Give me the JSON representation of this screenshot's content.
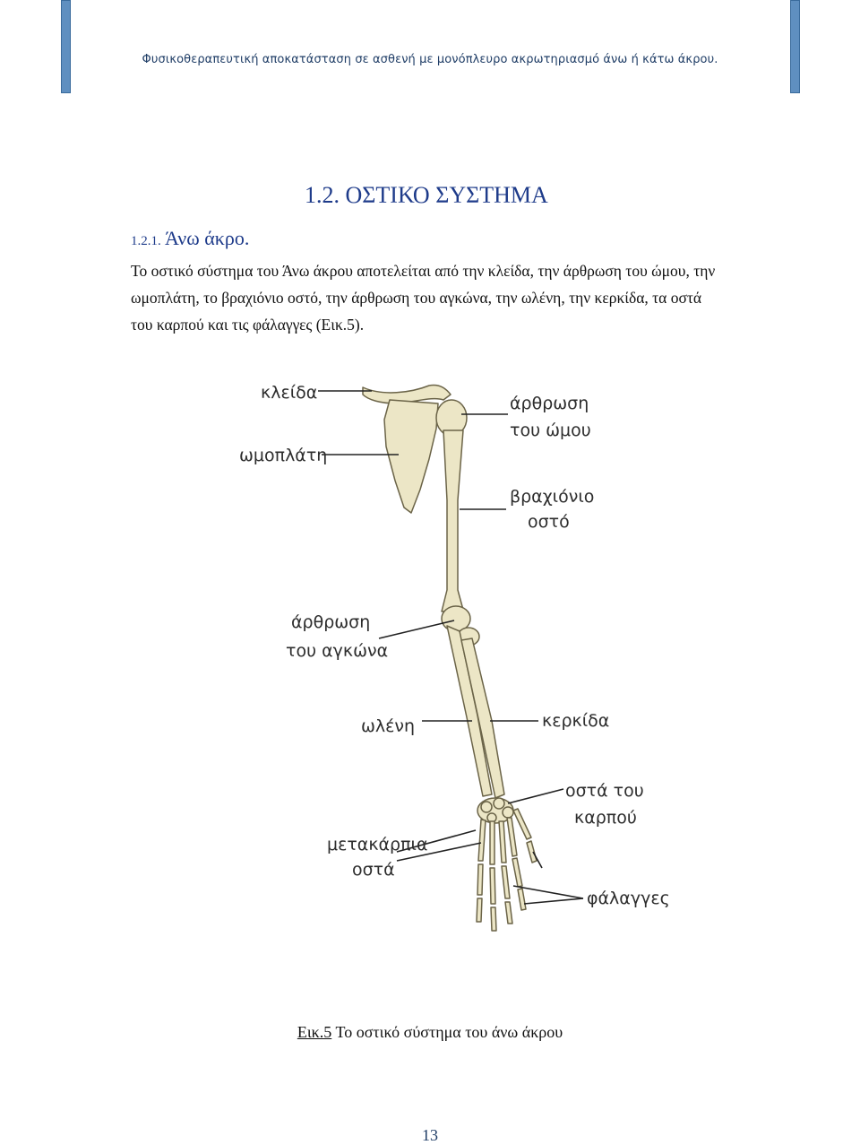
{
  "header": {
    "running_title": "Φυσικοθεραπευτική αποκατάσταση σε ασθενή με μονόπλευρο ακρωτηριασμό άνω ή κάτω άκρου."
  },
  "section": {
    "title": "1.2. ΟΣΤΙΚΟ ΣΥΣΤΗΜΑ",
    "subsection_number": "1.2.1.",
    "subsection_title": "Άνω άκρο."
  },
  "body": {
    "paragraph": "Το οστικό σύστημα του Άνω άκρου αποτελείται από την κλείδα, την άρθρωση του ώμου, την ωμοπλάτη, το βραχιόνιο οστό, την άρθρωση του αγκώνα, την ωλένη, την κερκίδα, τα οστά του καρπού και τις φάλαγγες (Εικ.5)."
  },
  "figure": {
    "labels": {
      "clavicle": "κλείδα",
      "scapula": "ωμοπλάτη",
      "shoulder_joint_1": "άρθρωση",
      "shoulder_joint_2": "του ώμου",
      "humerus_1": "βραχιόνιο",
      "humerus_2": "οστό",
      "elbow_joint_1": "άρθρωση",
      "elbow_joint_2": "του αγκώνα",
      "ulna": "ωλένη",
      "radius": "κερκίδα",
      "carpals_1": "οστά του",
      "carpals_2": "καρπού",
      "metacarpals_1": "μετακάρπια",
      "metacarpals_2": "οστά",
      "phalanges": "φάλαγγες"
    },
    "caption_ref": "Εικ.5",
    "caption_text": " Το οστικό σύστημα του άνω άκρου"
  },
  "footer": {
    "page_number": "13"
  },
  "colors": {
    "bone": "#ece6c6",
    "bone_outline": "#6b6448",
    "accent_bar": "#5f8fc0",
    "heading": "#1e3b8a"
  }
}
